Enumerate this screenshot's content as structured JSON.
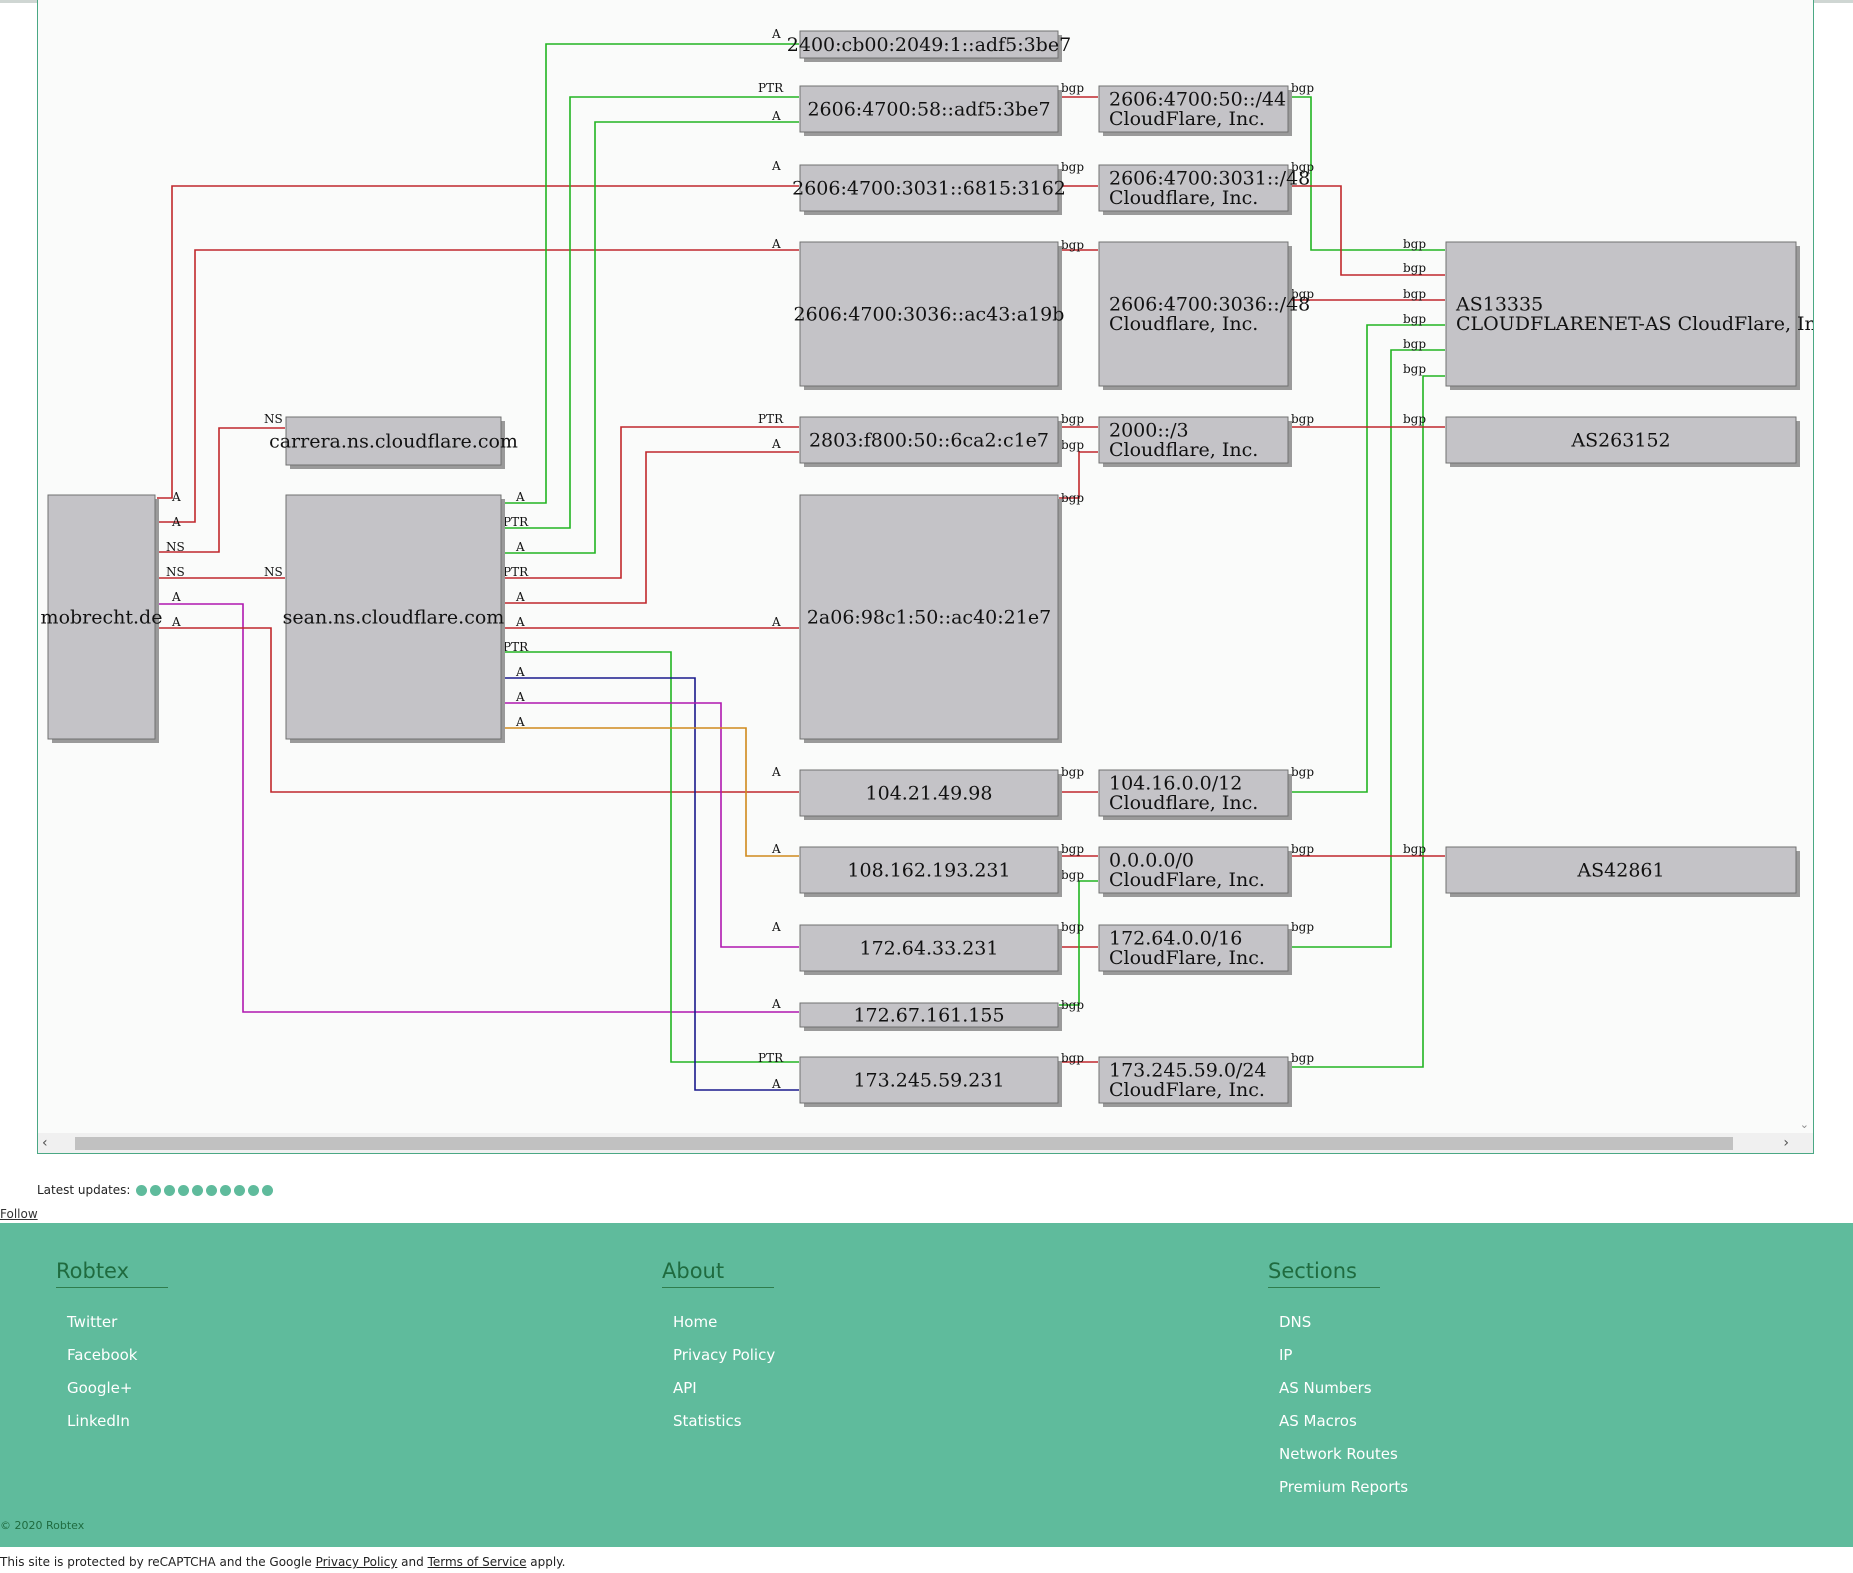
{
  "graph": {
    "nodes": {
      "mobrecht": "mobrecht.de",
      "carrera": "carrera.ns.cloudflare.com",
      "sean": "sean.ns.cloudflare.com",
      "ip_2400": "2400:cb00:2049:1::adf5:3be7",
      "ip_2606_58": "2606:4700:58::adf5:3be7",
      "ip_2606_3031": "2606:4700:3031::6815:3162",
      "ip_2606_3036": "2606:4700:3036::ac43:a19b",
      "ip_2803": "2803:f800:50::6ca2:c1e7",
      "ip_2a06": "2a06:98c1:50::ac40:21e7",
      "ip_104": "104.21.49.98",
      "ip_108": "108.162.193.231",
      "ip_172_64": "172.64.33.231",
      "ip_172_67": "172.67.161.155",
      "ip_173": "173.245.59.231",
      "rt_2606_50": [
        "2606:4700:50::/44",
        "CloudFlare, Inc."
      ],
      "rt_2606_3031": [
        "2606:4700:3031::/48",
        "Cloudflare, Inc."
      ],
      "rt_2606_3036": [
        "2606:4700:3036::/48",
        "Cloudflare, Inc."
      ],
      "rt_2000": [
        "2000::/3",
        "Cloudflare, Inc."
      ],
      "rt_104": [
        "104.16.0.0/12",
        "Cloudflare, Inc."
      ],
      "rt_0000": [
        "0.0.0.0/0",
        "CloudFlare, Inc."
      ],
      "rt_172_64": [
        "172.64.0.0/16",
        "CloudFlare, Inc."
      ],
      "rt_173": [
        "173.245.59.0/24",
        "CloudFlare, Inc."
      ],
      "as13335": [
        "AS13335",
        "CLOUDFLARENET-AS CloudFlare, Inc."
      ],
      "as263152": "AS263152",
      "as42861": "AS42861"
    },
    "edge_labels": {
      "a": "A",
      "ptr": "PTR",
      "ns": "NS",
      "bgp": "bgp"
    },
    "colors": {
      "red": "#c0282c",
      "green": "#22b522",
      "magenta": "#b018b0",
      "navy": "#1a1a8c",
      "orange": "#d08a1c",
      "node_fill": "#c4c3c7",
      "node_stroke": "#707070"
    }
  },
  "latest_updates": {
    "label": "Latest updates:",
    "dot_count": 10
  },
  "follow_link": "Follow",
  "footer": {
    "columns": [
      {
        "title": "Robtex",
        "items": [
          "Twitter",
          "Facebook",
          "Google+",
          "LinkedIn"
        ]
      },
      {
        "title": "About",
        "items": [
          "Home",
          "Privacy Policy",
          "API",
          "Statistics"
        ]
      },
      {
        "title": "Sections",
        "items": [
          "DNS",
          "IP",
          "AS Numbers",
          "AS Macros",
          "Network Routes",
          "Premium Reports"
        ]
      }
    ],
    "copyright": "© 2020 Robtex"
  },
  "captcha": {
    "prefix": "This site is protected by reCAPTCHA and the Google ",
    "privacy": "Privacy Policy",
    "and": " and ",
    "terms": "Terms of Service",
    "suffix": " apply."
  }
}
